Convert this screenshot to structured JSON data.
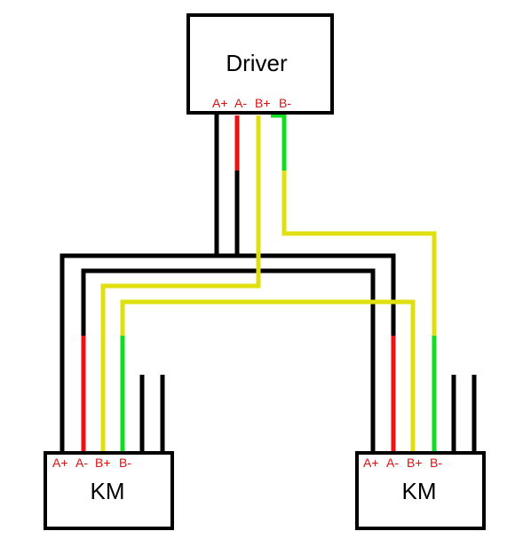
{
  "driver": {
    "title": "Driver",
    "pins": [
      "A+",
      "A-",
      "B+",
      "B-"
    ]
  },
  "km_left": {
    "title": "KM",
    "pins": [
      "A+",
      "A-",
      "B+",
      "B-"
    ]
  },
  "km_right": {
    "title": "KM",
    "pins": [
      "A+",
      "A-",
      "B+",
      "B-"
    ]
  },
  "colors": {
    "wire_black": "#000000",
    "wire_red": "#ee1111",
    "wire_yellow": "#e0e010",
    "wire_green": "#11dd22",
    "label_red": "#dd1111"
  }
}
